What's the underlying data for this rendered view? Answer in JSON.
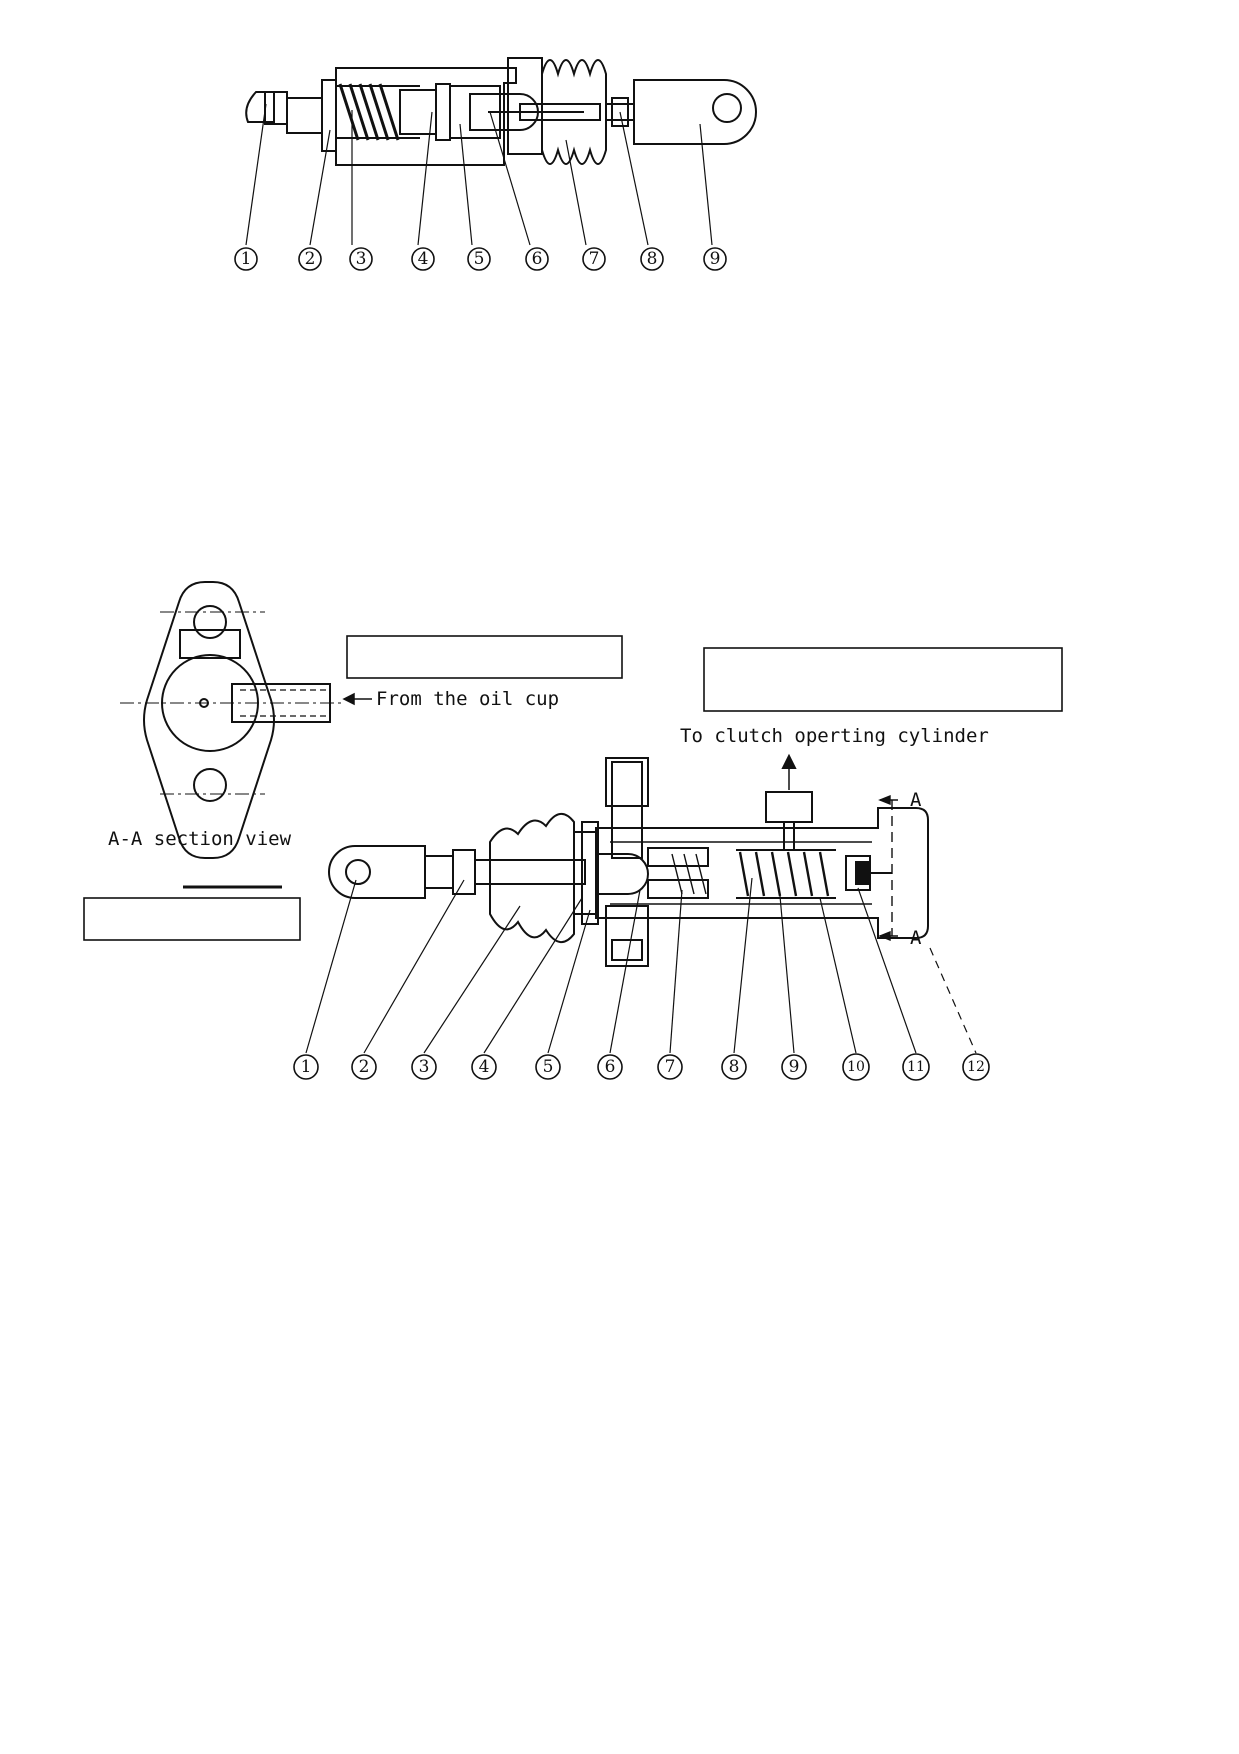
{
  "top_diagram": {
    "callouts": [
      "1",
      "2",
      "3",
      "4",
      "5",
      "6",
      "7",
      "8",
      "9"
    ]
  },
  "bottom_diagram": {
    "section_label": "A-A section view",
    "from_label": "From the oil cup",
    "to_label": "To clutch operting cylinder",
    "section_marker": "A",
    "callouts": [
      "1",
      "2",
      "3",
      "4",
      "5",
      "6",
      "7",
      "8",
      "9",
      "10",
      "11",
      "12"
    ]
  },
  "colors": {
    "ink": "#111111",
    "paper": "#ffffff"
  }
}
